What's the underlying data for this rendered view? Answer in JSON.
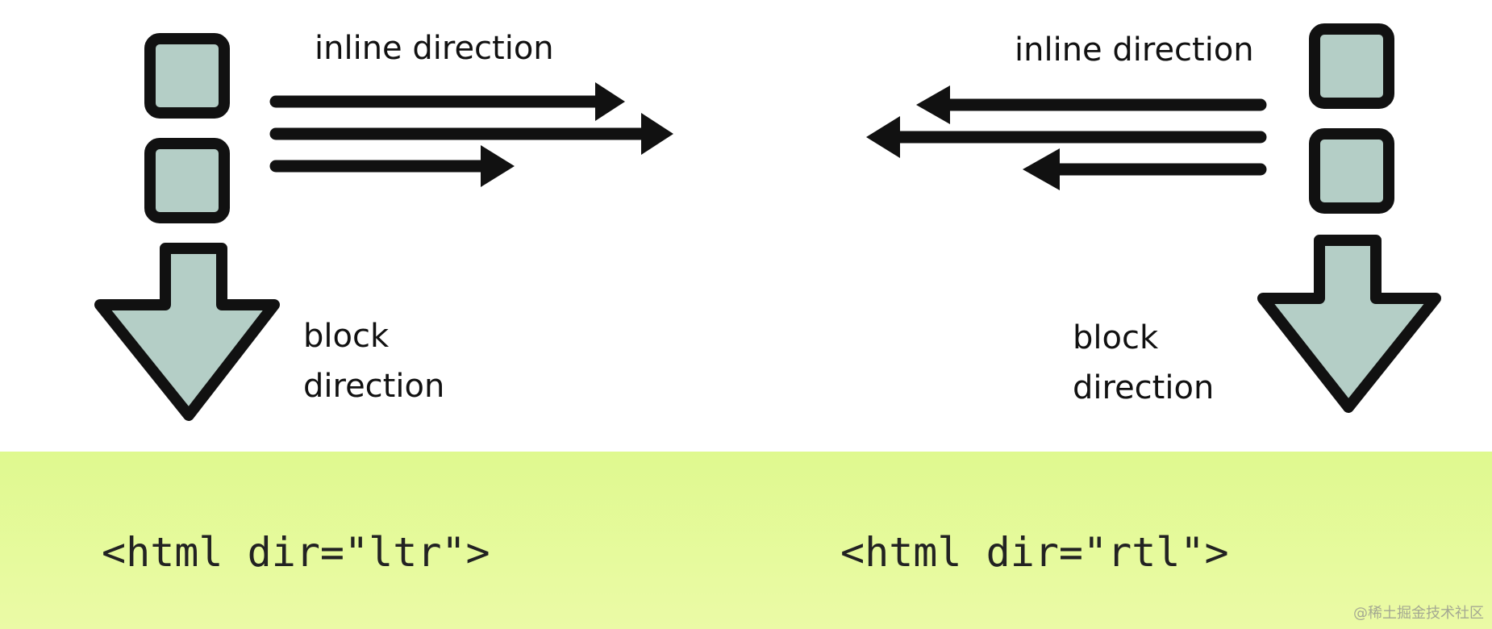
{
  "colors": {
    "box_fill": "#b4cec6",
    "outline": "#111111",
    "band_top": "#dff98f",
    "band_bottom": "#ebfaa6"
  },
  "ltr": {
    "inline_label": "inline direction",
    "block_label_line1": "block",
    "block_label_line2": "direction",
    "code": "<html dir=\"ltr\">"
  },
  "rtl": {
    "inline_label": "inline direction",
    "block_label_line1": "block",
    "block_label_line2": "direction",
    "code": "<html dir=\"rtl\">"
  },
  "watermark": "@稀土掘金技术社区"
}
